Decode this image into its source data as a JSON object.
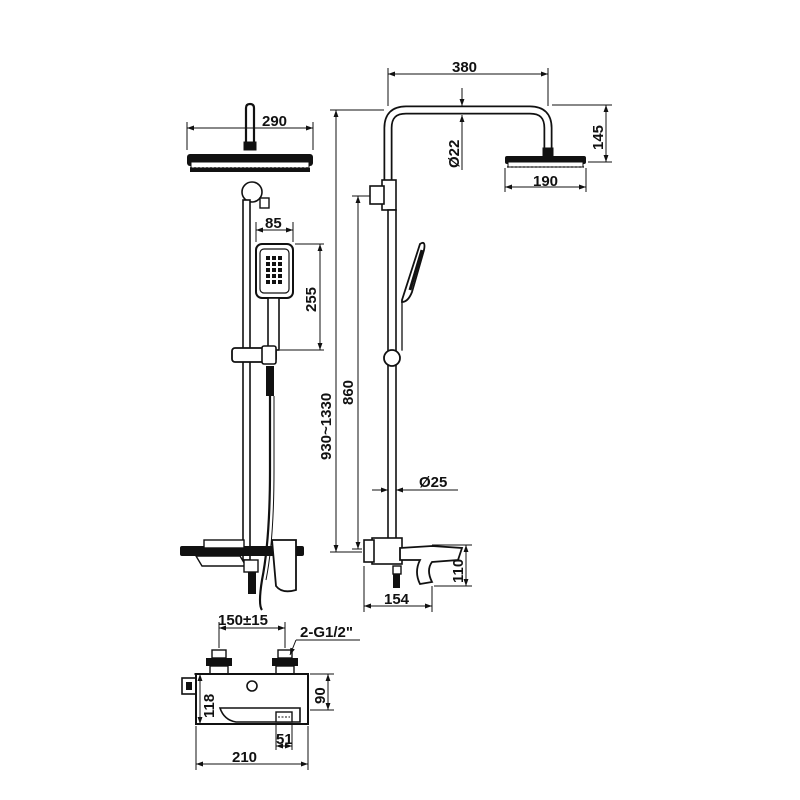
{
  "front_view": {
    "dims": {
      "head_width": "290",
      "handset_width": "85",
      "handset_height": "255"
    }
  },
  "side_view": {
    "dims": {
      "arm_length": "380",
      "head_offset": "145",
      "pipe_diameter": "Ø22",
      "head_diameter": "190",
      "slide_height": "860",
      "height_range": "930~1330",
      "rod_diameter": "Ø25",
      "valve_height": "110",
      "valve_depth": "154"
    }
  },
  "valve_view": {
    "dims": {
      "inlet_spacing": "150±15",
      "inlet_thread": "2-G1/2\"",
      "body_height": "90",
      "outlet_height": "118",
      "body_width": "210",
      "spout_width": "51"
    }
  }
}
